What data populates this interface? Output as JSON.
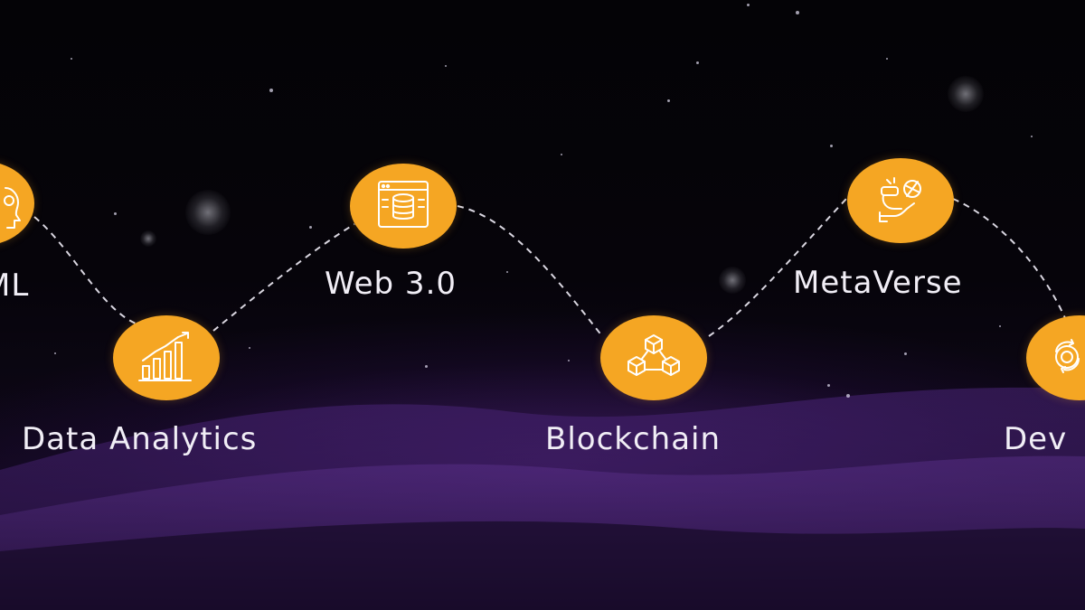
{
  "colors": {
    "node_fill": "#f5a623",
    "label_text": "#f1eef6",
    "connector": "#d9d6e0",
    "background": "#050307",
    "wave": "#3b1d63"
  },
  "nodes": [
    {
      "label": "ML",
      "icon": "brain-head-icon"
    },
    {
      "label": "Data Analytics",
      "icon": "bar-chart-icon"
    },
    {
      "label": "Web 3.0",
      "icon": "web-window-icon"
    },
    {
      "label": "Blockchain",
      "icon": "blockchain-cubes-icon"
    },
    {
      "label": "MetaVerse",
      "icon": "vr-headset-icon"
    },
    {
      "label": "Dev",
      "icon": "gear-cycle-icon"
    }
  ]
}
